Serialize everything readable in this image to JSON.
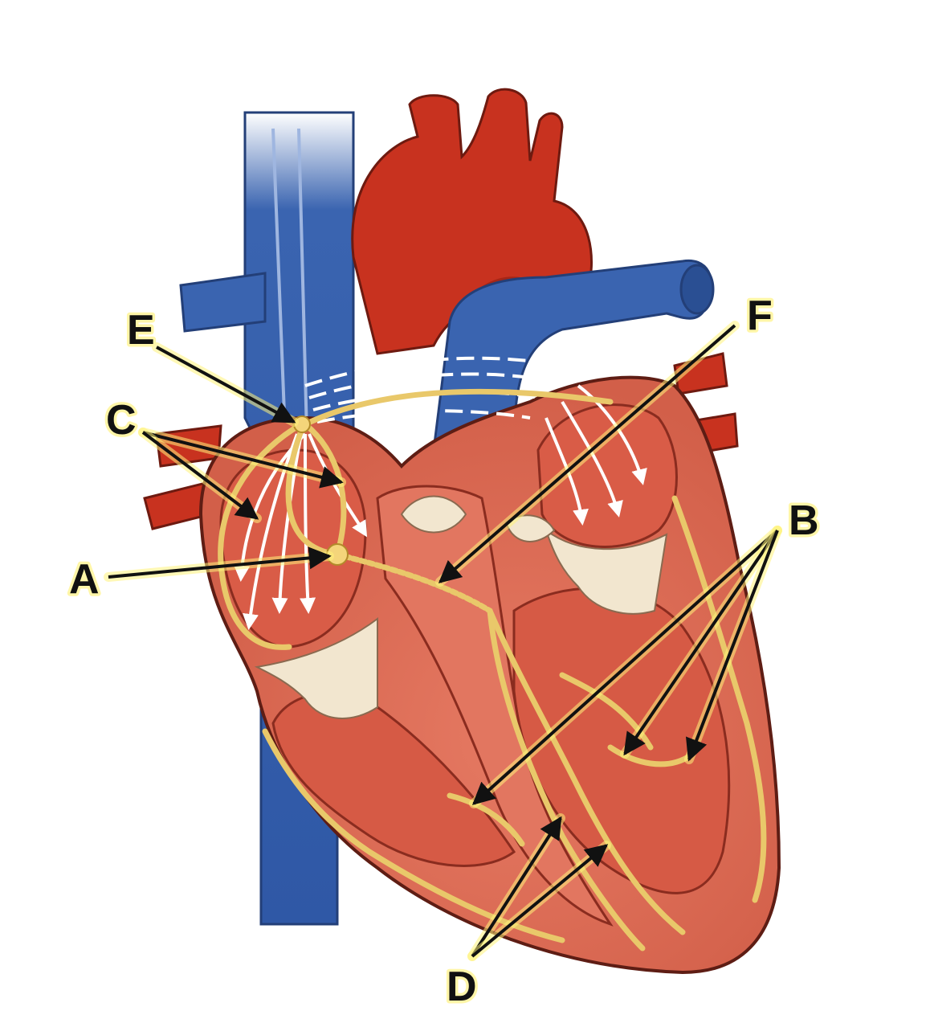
{
  "labels": {
    "a": "A",
    "b": "B",
    "c": "C",
    "d": "D",
    "e": "E",
    "f": "F"
  },
  "colors": {
    "vein_blue": "#3a64b0",
    "artery_red": "#c8321f",
    "muscle": "#e0705a",
    "chamber": "#d95c47",
    "valve_tissue": "#f2e6cf",
    "conduction_yellow": "#e9c86a",
    "label_text": "#111111",
    "label_glow": "#fff27a"
  }
}
